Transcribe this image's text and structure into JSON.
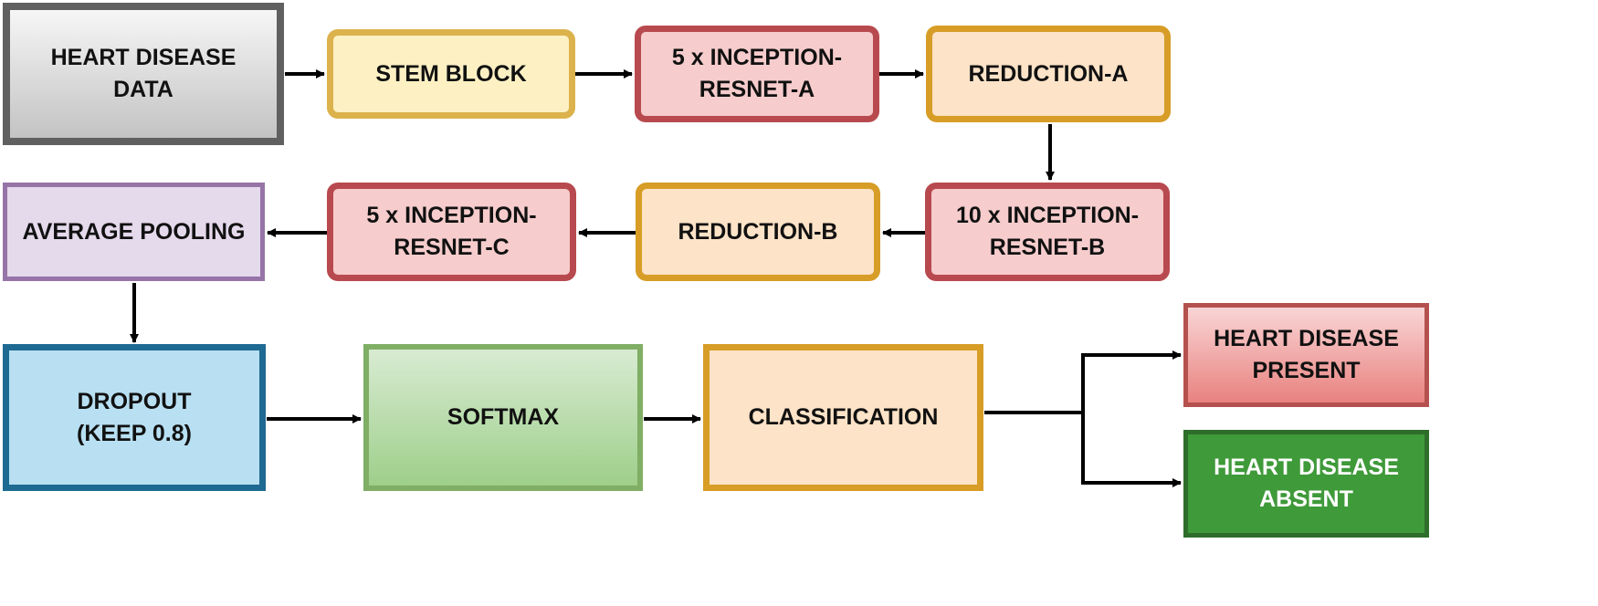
{
  "nodes": {
    "heart_disease_data": "HEART DISEASE\nDATA",
    "stem_block": "STEM BLOCK",
    "inception_resnet_a": "5 x INCEPTION-\nRESNET-A",
    "reduction_a": "REDUCTION-A",
    "inception_resnet_b": "10 x INCEPTION-\nRESNET-B",
    "reduction_b": "REDUCTION-B",
    "inception_resnet_c": "5 x INCEPTION-\nRESNET-C",
    "average_pooling": "AVERAGE POOLING",
    "dropout": "DROPOUT\n(KEEP 0.8)",
    "softmax": "SOFTMAX",
    "classification": "CLASSIFICATION",
    "heart_disease_present": "HEART DISEASE\nPRESENT",
    "heart_disease_absent": "HEART DISEASE\nABSENT"
  },
  "colors": {
    "arrow": "#000000",
    "stem_fill": "#fdf1c4",
    "inception_fill": "#f6cccc",
    "reduction_fill": "#fde3c7",
    "pooling_fill": "#e5d9ec",
    "dropout_fill": "#b8dff2",
    "softmax_fill": "#9ecf8a",
    "absent_fill": "#3f9a3a"
  }
}
